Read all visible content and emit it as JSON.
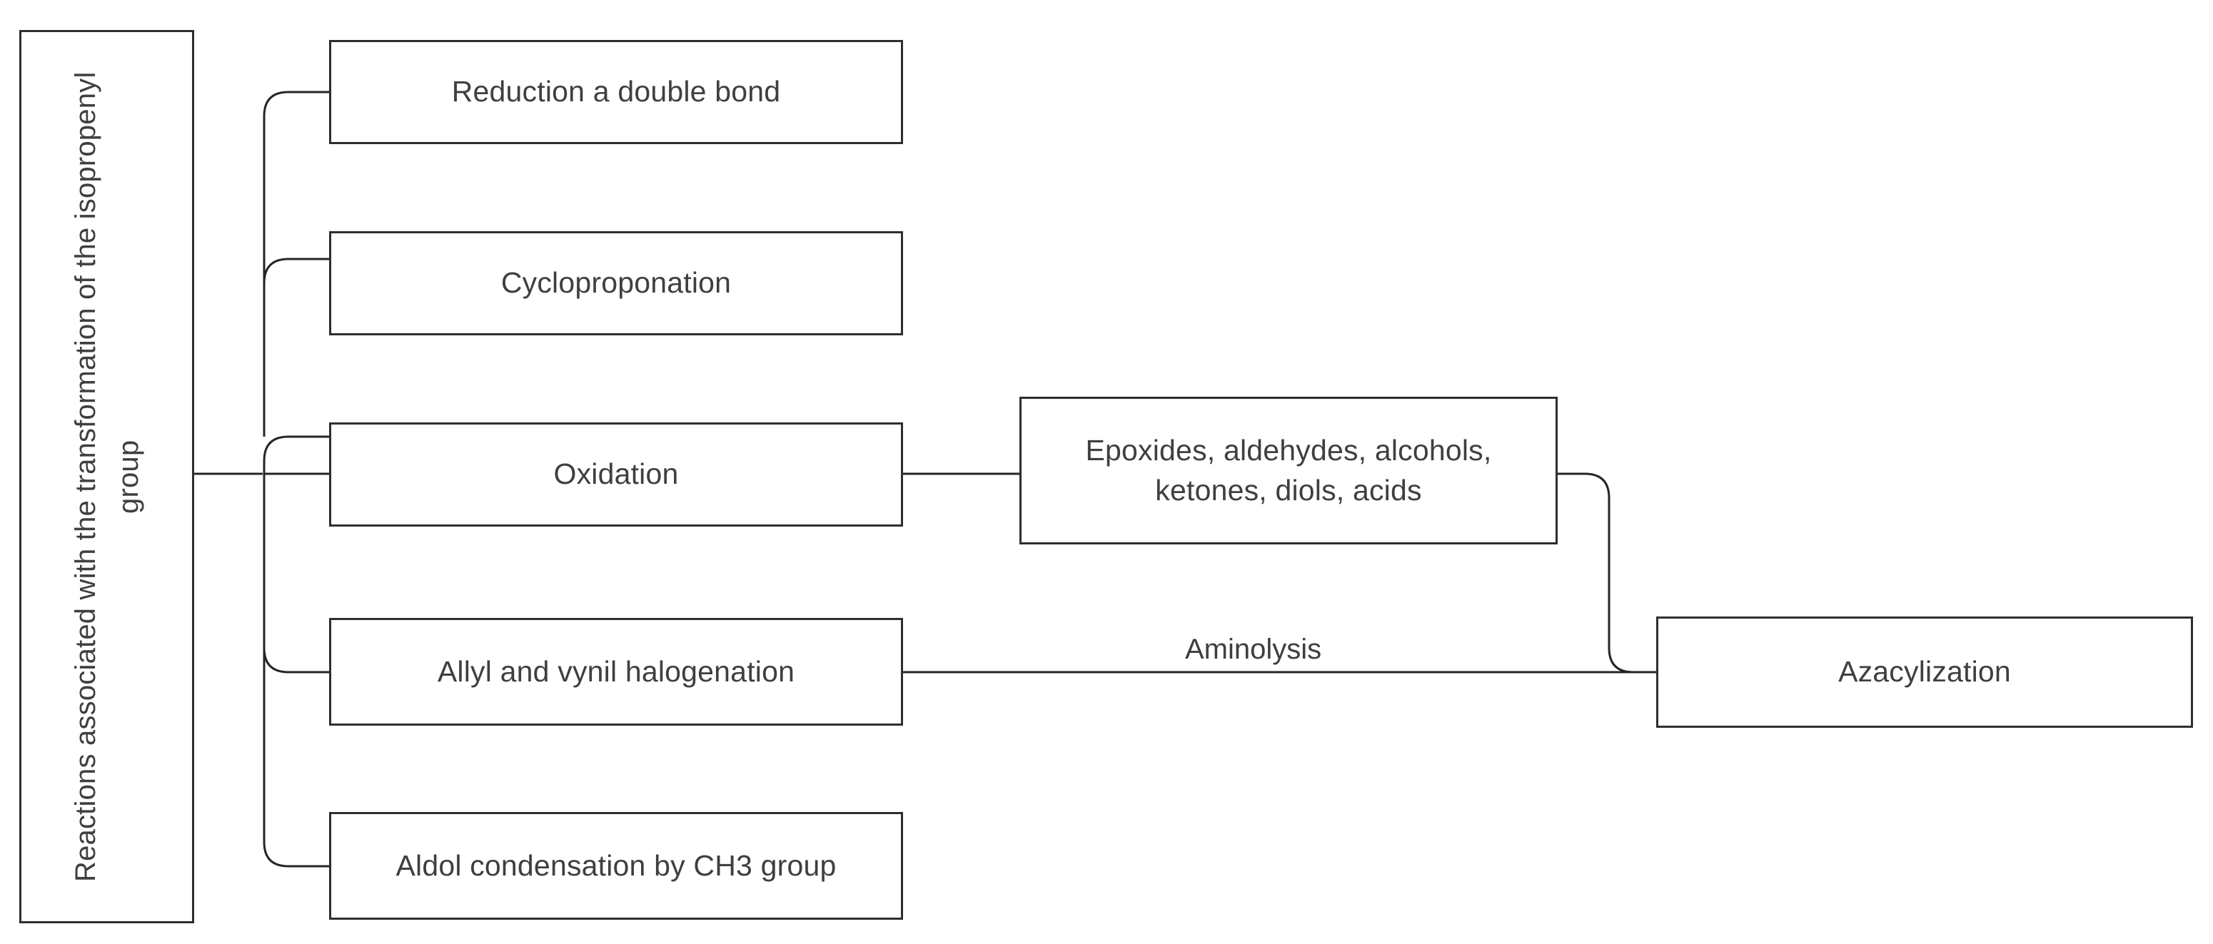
{
  "diagram": {
    "title_node": {
      "id": "root",
      "label": "Reactions associated with the transformation of the isopropenyl group"
    },
    "branches": [
      {
        "id": "reduction",
        "label": "Reduction a double bond"
      },
      {
        "id": "cycloproponation",
        "label": "Cycloproponation"
      },
      {
        "id": "oxidation",
        "label": "Oxidation"
      },
      {
        "id": "halogenation",
        "label": "Allyl and vynil halogenation"
      },
      {
        "id": "aldol",
        "label": "Aldol condensation by CH3 group"
      }
    ],
    "products_node": {
      "id": "products",
      "label": "Epoxides, aldehydes, alcohols,\nketones, diols, acids"
    },
    "final_node": {
      "id": "azacylization",
      "label": "Azacylization"
    },
    "edge_labels": [
      {
        "id": "aminolysis",
        "label": "Aminolysis"
      }
    ],
    "colors": {
      "background": "#ffffff",
      "box_border": "#2e2e2e",
      "box_fill": "#ffffff",
      "text": "#3f3f3f",
      "connector": "#262626"
    }
  }
}
